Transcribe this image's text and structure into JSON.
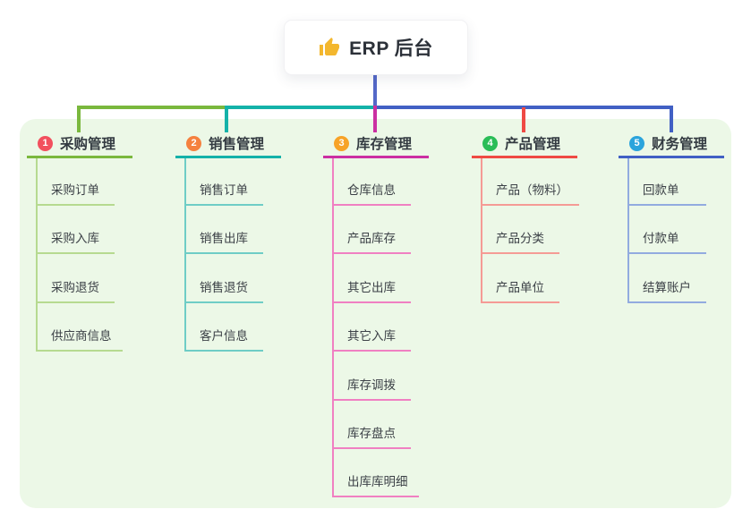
{
  "root": {
    "icon": "thumbs-up",
    "title": "ERP 后台"
  },
  "colors": {
    "stem": "#5468c8",
    "panel_background": "#ecf8e7",
    "canvas_background": "#ffffff",
    "thumb_icon": "#f3b72e"
  },
  "branches": [
    {
      "num": "1",
      "label": "采购管理",
      "line_color": "#7ab83d",
      "child_line_color": "#b6da90",
      "badge_color": "#f2505e",
      "children": [
        "采购订单",
        "采购入库",
        "采购退货",
        "供应商信息"
      ]
    },
    {
      "num": "2",
      "label": "销售管理",
      "line_color": "#14b2a9",
      "child_line_color": "#6fcdc6",
      "badge_color": "#f5813f",
      "children": [
        "销售订单",
        "销售出库",
        "销售退货",
        "客户信息"
      ]
    },
    {
      "num": "3",
      "label": "库存管理",
      "line_color": "#cb2fa2",
      "child_line_color": "#f080c2",
      "badge_color": "#f7a327",
      "children": [
        "仓库信息",
        "产品库存",
        "其它出库",
        "其它入库",
        "库存调拨",
        "库存盘点",
        "出库库明细"
      ]
    },
    {
      "num": "4",
      "label": "产品管理",
      "line_color": "#ef4a44",
      "child_line_color": "#f59b95",
      "badge_color": "#2abd57",
      "children": [
        "产品（物料）",
        "产品分类",
        "产品单位"
      ]
    },
    {
      "num": "5",
      "label": "财务管理",
      "line_color": "#4160c4",
      "child_line_color": "#92abdf",
      "badge_color": "#2ba4dc",
      "children": [
        "回款单",
        "付款单",
        "结算账户"
      ]
    }
  ]
}
